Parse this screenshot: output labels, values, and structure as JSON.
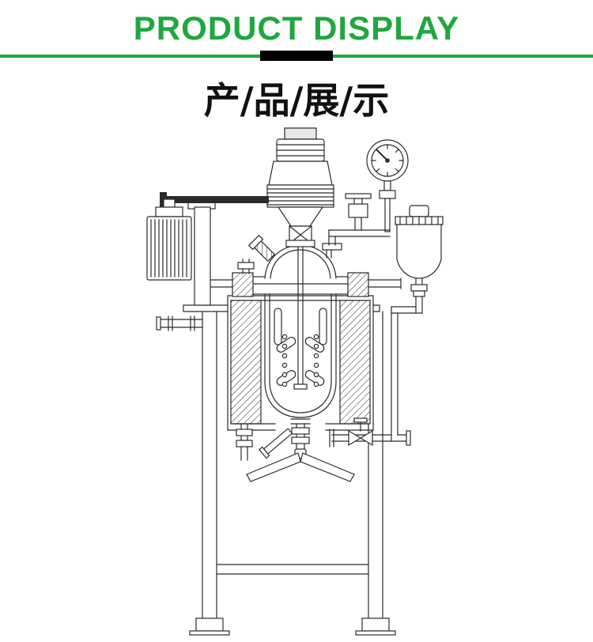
{
  "colors": {
    "accent": "#1ea83e",
    "divider_bar": "#000000",
    "line_art": "#2b2b2b",
    "background": "#ffffff"
  },
  "header": {
    "title": "PRODUCT DISPLAY",
    "subtitle": "产/品/展/示"
  },
  "figure": {
    "name": "reactor-technical-drawing"
  }
}
